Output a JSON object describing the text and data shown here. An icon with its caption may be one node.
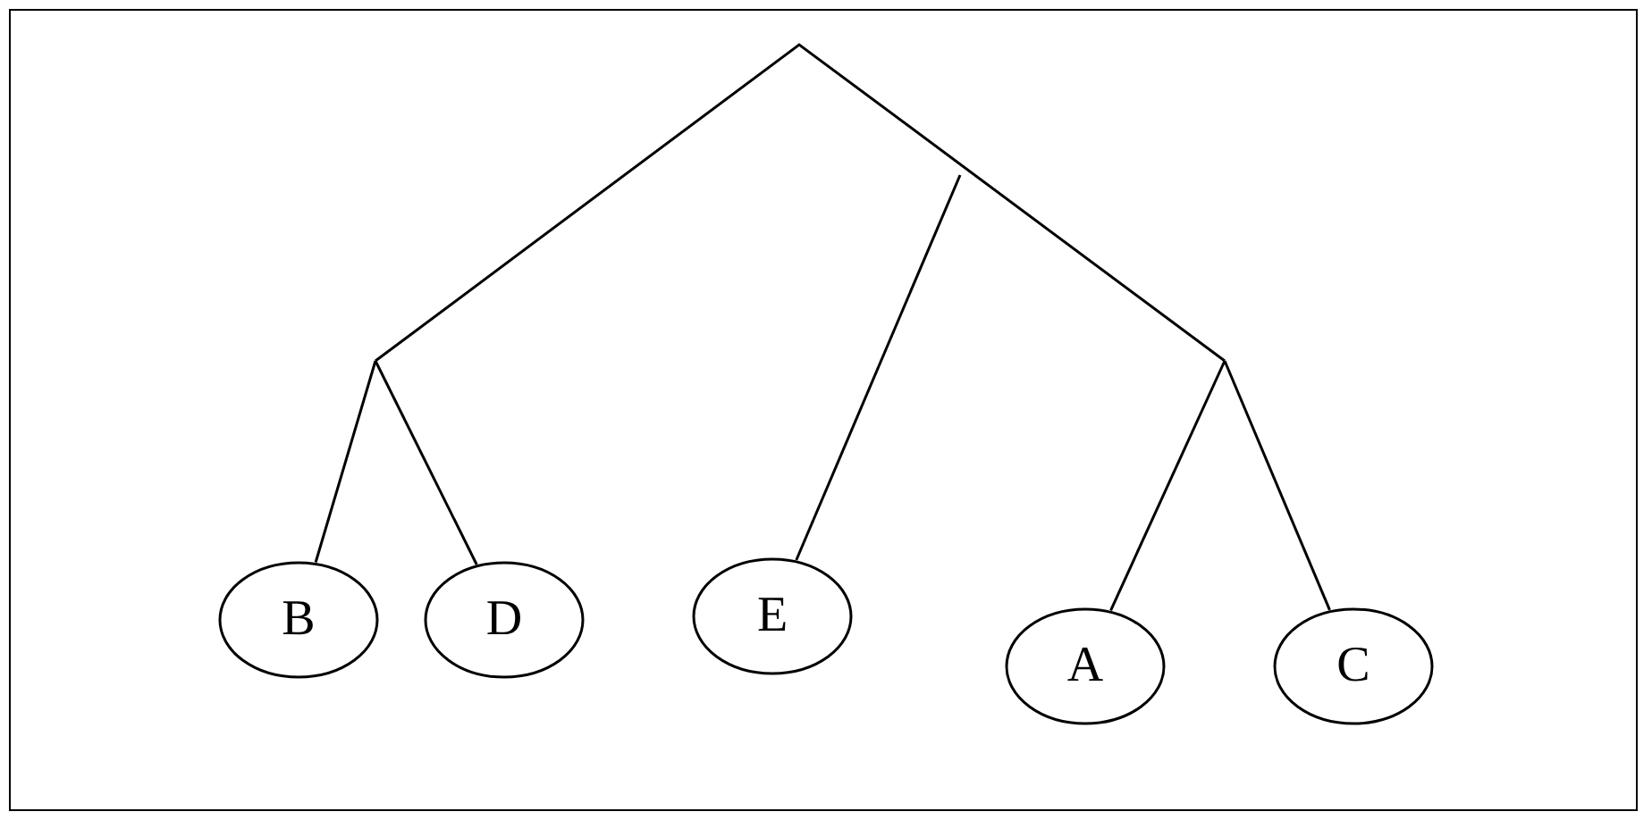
{
  "diagram": {
    "nodes": [
      {
        "text": [
          "B"
        ]
      },
      {
        "text": [
          "D"
        ]
      },
      {
        "text": [
          "E"
        ]
      },
      {
        "text": [
          "A"
        ]
      },
      {
        "text": [
          "C"
        ]
      }
    ],
    "edges": [
      {
        "from": null,
        "to": 0,
        "arrow": "none"
      },
      {
        "from": null,
        "to": 1,
        "arrow": "none"
      },
      {
        "from": null,
        "to": 2,
        "arrow": "none"
      },
      {
        "from": null,
        "to": 3,
        "arrow": "none"
      },
      {
        "from": null,
        "to": 4,
        "arrow": "none"
      }
    ]
  }
}
